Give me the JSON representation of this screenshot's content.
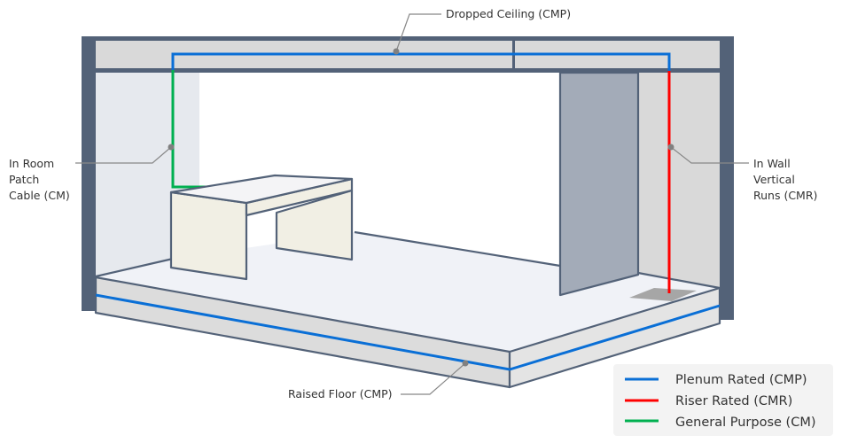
{
  "labels": {
    "ceiling": "Dropped Ceiling (CMP)",
    "patch": [
      "In Room",
      "Patch",
      "Cable (CM)"
    ],
    "wall": [
      "In Wall",
      "Vertical",
      "Runs (CMR)"
    ],
    "floor": "Raised Floor (CMP)"
  },
  "legend": [
    {
      "label": "Plenum Rated (CMP)",
      "color": "#0a6fd6"
    },
    {
      "label": "Riser Rated (CMR)",
      "color": "#ff0000"
    },
    {
      "label": "General Purpose (CM)",
      "color": "#00b050"
    }
  ],
  "colors": {
    "frame": "#536278",
    "plenum": "#0a6fd6",
    "riser": "#ff0000",
    "general": "#00b050"
  }
}
